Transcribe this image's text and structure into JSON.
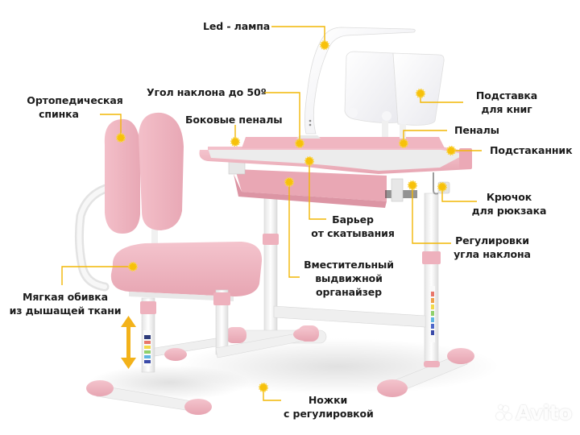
{
  "product": {
    "description": "Children's adjustable desk with lamp, book stand and orthopedic chair (pink)",
    "colors": {
      "accent_marker": "#f7c10a",
      "leader_line": "#f2b705",
      "pink": "#f1b9c3",
      "pink_dark": "#e59dab",
      "white_frame": "#f1f1f1",
      "desk_top": "#ececec",
      "text": "#1c1c1c"
    }
  },
  "labels": {
    "led_lamp": "Led - лампа",
    "tilt_angle": "Угол наклона до 50º",
    "orthopedic_back_line1": "Ортопедическая",
    "orthopedic_back_line2": "спинка",
    "side_pencil_cases": "Боковые пеналы",
    "book_stand_line1": "Подставка",
    "book_stand_line2": "для книг",
    "pencil_cases": "Пеналы",
    "cup_holder": "Подстаканник",
    "backpack_hook_line1": "Крючок",
    "backpack_hook_line2": "для рюкзака",
    "anti_roll_barrier_line1": "Барьер",
    "anti_roll_barrier_line2": "от скатывания",
    "tilt_adjusters_line1": "Регулировки",
    "tilt_adjusters_line2": "угла наклона",
    "organizer_line1": "Вместительный",
    "organizer_line2": "выдвижной",
    "organizer_line3": "органайзер",
    "soft_upholstery_line1": "Мягкая обивка",
    "soft_upholstery_line2": "из дышащей ткани",
    "adjustable_feet_line1": "Ножки",
    "adjustable_feet_line2": "с регулировкой"
  },
  "watermark": {
    "text": "Avito"
  }
}
